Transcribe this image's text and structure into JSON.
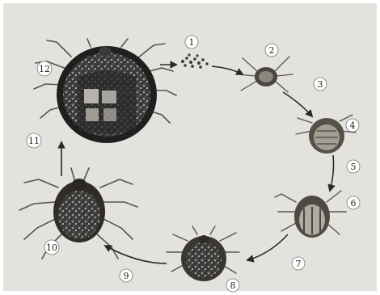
{
  "labels": [
    "1",
    "2",
    "3",
    "4",
    "5",
    "6",
    "7",
    "8",
    "9",
    "10",
    "11",
    "12"
  ],
  "colors": {
    "background": "#e4e2dd",
    "body_dark": "#2b2b2b",
    "body_mid": "#6f6a60",
    "legs": "#4a4a4a",
    "arrow": "#2a2a2a"
  }
}
